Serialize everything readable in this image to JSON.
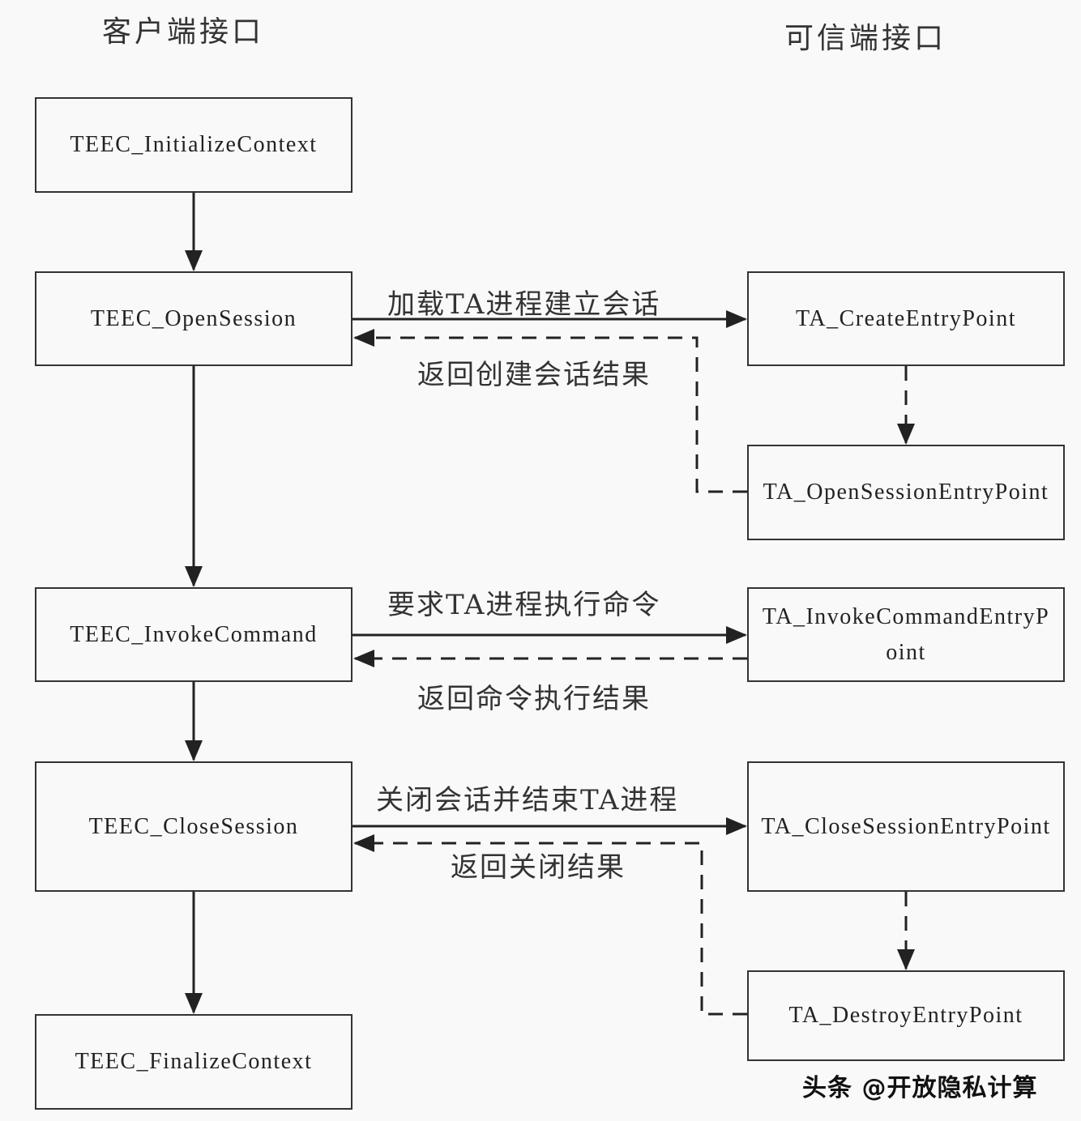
{
  "headings": {
    "client": "客户端接口",
    "trusted": "可信端接口"
  },
  "client_functions": {
    "initialize": "TEEC_InitializeContext",
    "open_session": "TEEC_OpenSession",
    "invoke_command": "TEEC_InvokeCommand",
    "close_session": "TEEC_CloseSession",
    "finalize": "TEEC_FinalizeContext"
  },
  "trusted_functions": {
    "create": "TA_CreateEntryPoint",
    "open_session": "TA_OpenSessionEntryPoint",
    "invoke_command": "TA_InvokeCommandEntryPoint",
    "close_session": "TA_CloseSessionEntryPoint",
    "destroy": "TA_DestroyEntryPoint"
  },
  "edge_labels": {
    "load_ta": "加载TA进程建立会话",
    "return_session": "返回创建会话结果",
    "request_command": "要求TA进程执行命令",
    "return_command": "返回命令执行结果",
    "close_session": "关闭会话并结束TA进程",
    "return_close": "返回关闭结果"
  },
  "watermark": "头条 @开放隐私计算"
}
